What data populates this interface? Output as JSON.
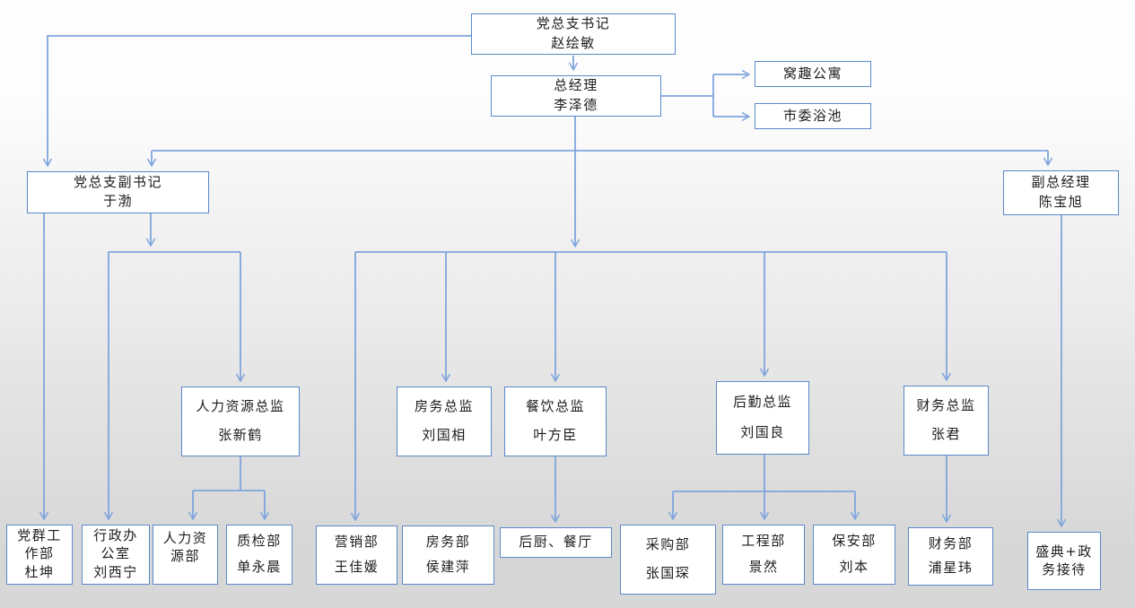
{
  "colors": {
    "connector": "#7fa5dc",
    "box_border": "#5b88ca",
    "box_fill": "#ffffff",
    "text": "#1d1d1d",
    "background_top": "#fdfdfd",
    "background_bottom": "#d7d7d7"
  },
  "nodes": {
    "party_secretary": {
      "title": "党总支书记",
      "name": "赵绘敏"
    },
    "general_manager": {
      "title": "总经理",
      "name": "李泽德"
    },
    "wochu_apartment": {
      "title": "窝趣公寓"
    },
    "shiwei_bath": {
      "title": "市委浴池"
    },
    "deputy_party_secretary": {
      "title": "党总支副书记",
      "name": "于渤"
    },
    "deputy_general_manager": {
      "title": "副总经理",
      "name": "陈宝旭"
    },
    "hr_director": {
      "title": "人力资源总监",
      "name": "张新鹤"
    },
    "rooms_director": {
      "title": "房务总监",
      "name": "刘国相"
    },
    "fb_director": {
      "title": "餐饮总监",
      "name": "叶方臣"
    },
    "logistics_director": {
      "title": "后勤总监",
      "name": "刘国良"
    },
    "finance_director": {
      "title": "财务总监",
      "name": "张君"
    },
    "party_mass_dept": {
      "title": "党群工作部",
      "name": "杜坤"
    },
    "admin_office": {
      "title": "行政办公室",
      "name": "刘西宁"
    },
    "hr_dept": {
      "title": "人力资源部"
    },
    "qc_dept": {
      "title": "质检部",
      "name": "单永晨"
    },
    "marketing_dept": {
      "title": "营销部",
      "name": "王佳媛"
    },
    "rooms_dept": {
      "title": "房务部",
      "name": "侯建萍"
    },
    "kitchen_dining": {
      "title": "后厨、餐厅"
    },
    "purchasing_dept": {
      "title": "采购部",
      "name": "张国琛"
    },
    "engineering_dept": {
      "title": "工程部",
      "name": "景然"
    },
    "security_dept": {
      "title": "保安部",
      "name": "刘本"
    },
    "finance_dept": {
      "title": "财务部",
      "name": "浦星玮"
    },
    "events_reception": {
      "title": "盛典+政务接待"
    }
  }
}
